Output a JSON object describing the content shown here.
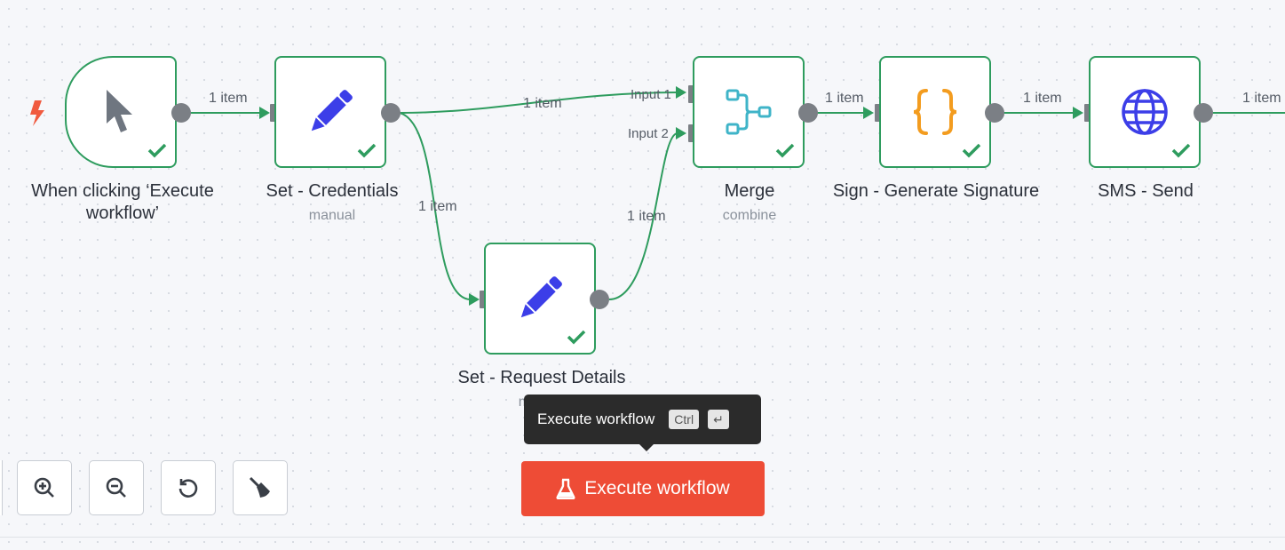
{
  "canvas": {
    "nodes": [
      {
        "id": "manual-trigger",
        "title": "When clicking ‘Execute workflow’",
        "subtitle": "",
        "icon": "cursor-icon",
        "status": "success"
      },
      {
        "id": "set-credentials",
        "title": "Set - Credentials",
        "subtitle": "manual",
        "icon": "pencil-icon",
        "status": "success"
      },
      {
        "id": "set-request-details",
        "title": "Set - Request Details",
        "subtitle": "manual",
        "icon": "pencil-icon",
        "status": "success"
      },
      {
        "id": "merge",
        "title": "Merge",
        "subtitle": "combine",
        "icon": "merge-icon",
        "status": "success"
      },
      {
        "id": "sign-generate-signature",
        "title": "Sign - Generate Signature",
        "subtitle": "",
        "icon": "code-braces-icon",
        "status": "success"
      },
      {
        "id": "sms-send",
        "title": "SMS - Send",
        "subtitle": "",
        "icon": "globe-icon",
        "status": "success"
      }
    ],
    "edges": [
      {
        "from": "manual-trigger",
        "to": "set-credentials",
        "label": "1 item"
      },
      {
        "from": "set-credentials",
        "to": "merge",
        "label": "1 item"
      },
      {
        "from": "set-credentials",
        "to": "set-request-details",
        "label": "1 item"
      },
      {
        "from": "set-request-details",
        "to": "merge",
        "label": "1 item"
      },
      {
        "from": "merge",
        "to": "sign-generate-signature",
        "label": "1 item"
      },
      {
        "from": "sign-generate-signature",
        "to": "sms-send",
        "label": "1 item"
      },
      {
        "from": "sms-send",
        "to": "",
        "label": "1 item"
      }
    ],
    "merge_inputs": [
      "Input 1",
      "Input 2"
    ]
  },
  "controls": {
    "zoom_buttons": [
      {
        "name": "zoom-in-icon"
      },
      {
        "name": "zoom-out-icon"
      },
      {
        "name": "reset-zoom-icon"
      },
      {
        "name": "tidy-up-icon"
      }
    ]
  },
  "execute": {
    "label": "Execute workflow",
    "tooltip": "Execute workflow",
    "shortcut_keys": [
      "Ctrl",
      "↵"
    ]
  },
  "colors": {
    "success": "#2e9c5e",
    "execute_button": "#ee4c36",
    "trigger_bolt": "#f05a3f",
    "pencil": "#3c3ee8",
    "merge": "#3fb4c8",
    "code": "#f39c1f",
    "globe": "#3c3ee8"
  }
}
